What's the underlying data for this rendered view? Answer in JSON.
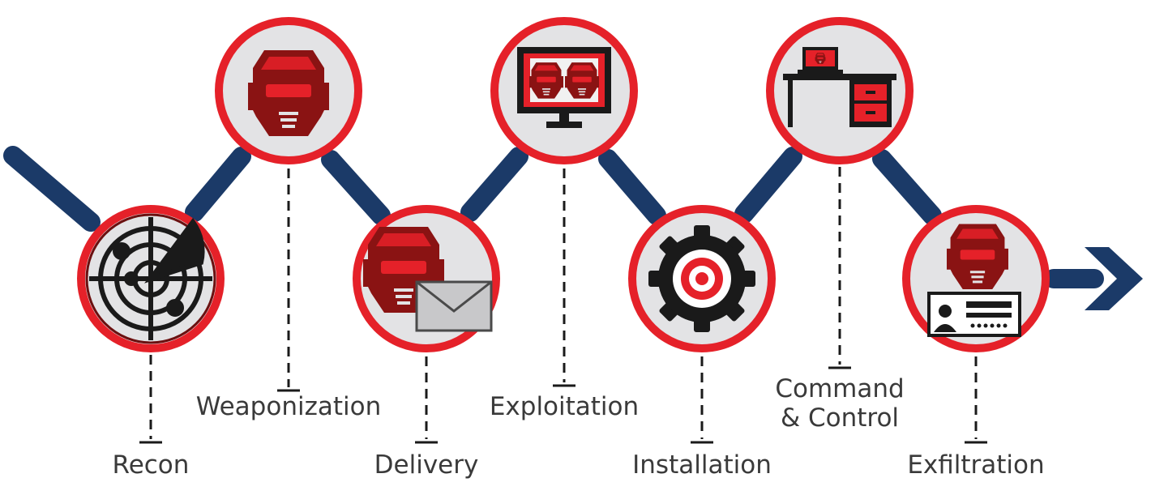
{
  "colors": {
    "navy": "#1b3a68",
    "ring": "#e52129",
    "disc": "#e3e3e5",
    "dark_red": "#8a1313",
    "black": "#1a1a1a",
    "label": "#3a3a3a"
  },
  "stages": [
    {
      "id": "recon",
      "label": "Recon",
      "icon": "radar-icon"
    },
    {
      "id": "weaponization",
      "label": "Weaponization",
      "icon": "robot-head-icon"
    },
    {
      "id": "delivery",
      "label": "Delivery",
      "icon": "robot-envelope-icon"
    },
    {
      "id": "exploitation",
      "label": "Exploitation",
      "icon": "monitor-robots-icon"
    },
    {
      "id": "installation",
      "label": "Installation",
      "icon": "gear-target-icon"
    },
    {
      "id": "command_control",
      "label_line1": "Command",
      "label_line2": "& Control",
      "icon": "desk-laptop-icon"
    },
    {
      "id": "exfiltration",
      "label": "Exfiltration",
      "icon": "robot-idcard-icon"
    }
  ],
  "end_arrow_icon": "arrow-right-icon"
}
